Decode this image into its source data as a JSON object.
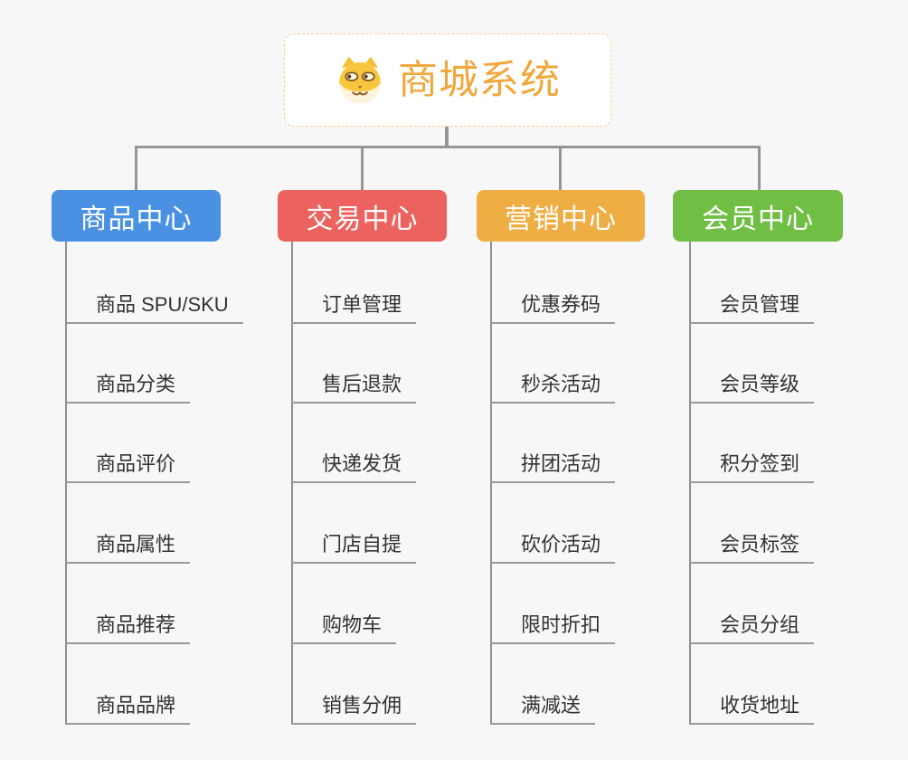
{
  "root": {
    "title": "商城系统",
    "icon": "dog-face-icon",
    "title_color": "#f0a73c",
    "border_color": "#f6cd8d"
  },
  "connector_color": "#969696",
  "branches": [
    {
      "label": "商品中心",
      "color": "#4a91e4",
      "children": [
        "商品 SPU/SKU",
        "商品分类",
        "商品评价",
        "商品属性",
        "商品推荐",
        "商品品牌"
      ]
    },
    {
      "label": "交易中心",
      "color": "#ec625e",
      "children": [
        "订单管理",
        "售后退款",
        "快递发货",
        "门店自提",
        "购物车",
        "销售分佣"
      ]
    },
    {
      "label": "营销中心",
      "color": "#efae43",
      "children": [
        "优惠券码",
        "秒杀活动",
        "拼团活动",
        "砍价活动",
        "限时折扣",
        "满减送"
      ]
    },
    {
      "label": "会员中心",
      "color": "#70be44",
      "children": [
        "会员管理",
        "会员等级",
        "积分签到",
        "会员标签",
        "会员分组",
        "收货地址"
      ]
    }
  ]
}
